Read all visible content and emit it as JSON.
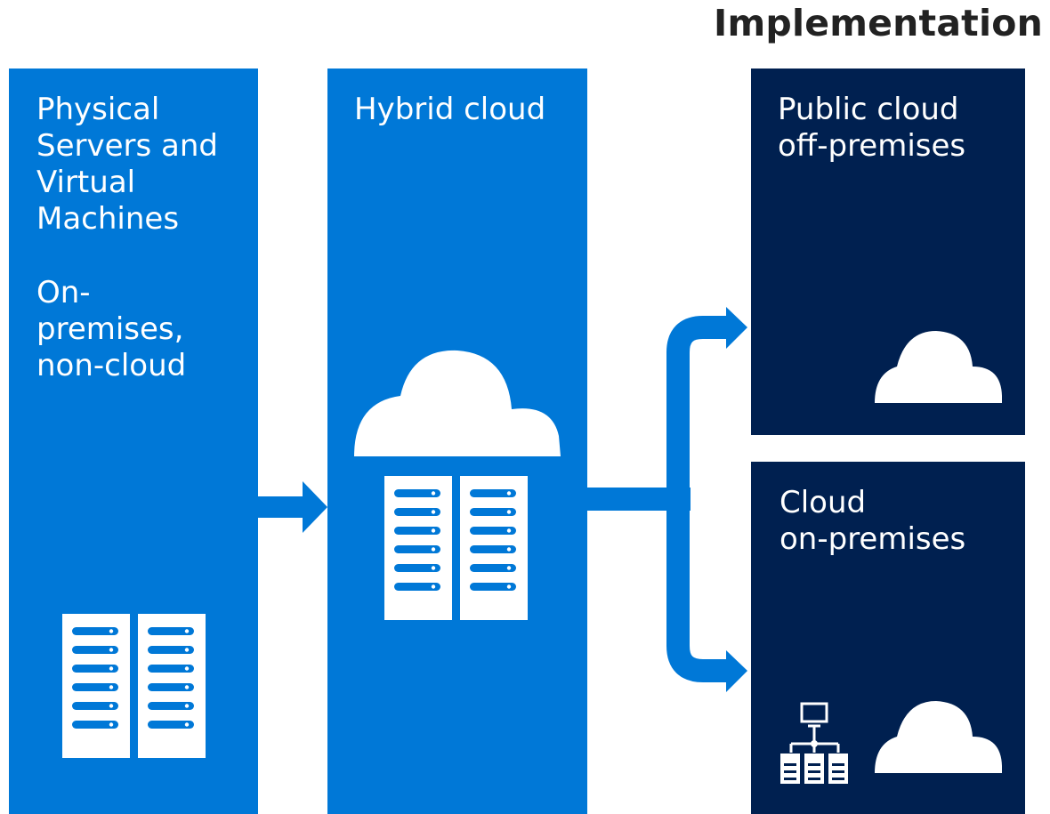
{
  "heading": "Implementation",
  "panels": {
    "physical": {
      "title_lines": [
        "Physical",
        "Servers and",
        "Virtual",
        "Machines"
      ],
      "subtitle_lines": [
        "On-",
        "premises,",
        "non-cloud"
      ]
    },
    "hybrid": {
      "title_lines": [
        "Hybrid cloud"
      ]
    },
    "public": {
      "title_lines": [
        "Public cloud",
        "off-premises"
      ]
    },
    "onprem": {
      "title_lines": [
        "Cloud",
        "on-premises"
      ]
    }
  },
  "colors": {
    "panel_blue": "#0078d7",
    "panel_navy": "#002050",
    "icon_white": "#ffffff",
    "heading_text": "#222222"
  },
  "icons": {
    "server_rack": "server-rack-icon",
    "cloud": "cloud-icon",
    "network": "network-icon",
    "arrow": "arrow-icon"
  }
}
